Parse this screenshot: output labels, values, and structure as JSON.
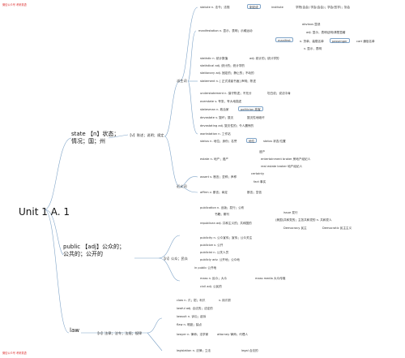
{
  "watermark": "微信公众号 考研英语",
  "root": "Unit 1 A. 1",
  "state": {
    "title": "state 【n】状态；\n情况；国；州",
    "pos": "【v】陈述；说明；规定",
    "derivation": "派生词",
    "phrase": "近义词",
    "d": [
      "statute n. 法令；法规",
      "制定成",
      "institute",
      "学院(会会) 学会(会会)；学会(哲学)；协会",
      "manifestation n. 显示，表明；示威运动",
      "manifest",
      "obvious 显然",
      "adj. 显示，表明证明/清楚显著",
      "n. 货单，装载名单",
      "passenger",
      "cart 通信名单",
      "v. 显示，表明",
      "statistic n. 统计数值",
      "adj. 统计的；统计学的",
      "statistical adj. 统计的；统计学的",
      "stationary adj. 固定的；静止的；不动的",
      "statement n. [ 正式或者书面] 声明；陈述",
      "understatement n. 保守陈述；不充分",
      "坦白说；说法中肯",
      "overstate v. 夸张，夸大地描述",
      "statesman n. 政治家",
      "politician 政客",
      "devastate v. 毁坏；毁灭",
      "毁灭性地破坏",
      "devastating adj. 毁灭性的；令人震惊的",
      "workstation n. 工作站",
      "status n. 地位；身份；名誉",
      "地位",
      "status 状态/位置",
      "estate n. 地产；遗产",
      "遗产",
      "entertainment broker 房地产经纪人",
      "real estate broker 地产经纪人"
    ],
    "s": [
      "assert v. 断言；坚称；声称",
      "certainty",
      "fact 事实",
      "affirm v. 断言；肯定",
      "断言；坚信"
    ]
  },
  "public": {
    "title": "public 【adj】公众的；\n公共的；公开的",
    "pos": "【n】公众；民众",
    "d": [
      "publication n. 出版；发行；公布",
      "书籍；期刊",
      "issue 发行",
      "republican adj. 共和主义的；共和国的",
      "(美国)共和党的；主张共和党的 n. 共和党人",
      "Democracy 民主",
      "Democratic 民主主义",
      "publicity n. 公众宣传；宣传；公众关注",
      "publicize v. 公开",
      "publicist n. 公关人员",
      "publicly adv. 公开地；公众地",
      "in public 公开地",
      "mass n. 民众；大众",
      "mass media 大众传媒",
      "civil adj. 公民的"
    ]
  },
  "law": {
    "title": "law",
    "pos": "【n】法律；法令；法规；规律",
    "d": [
      "claw n. 爪；钳；利爪",
      "v. 用爪抓",
      "lawful adj. 合法的；法定的",
      "lawsuit n. 诉讼；起诉",
      "flaw n. 瑕疵；缺点",
      "lawyer n. 律师；法学家",
      "attorney 律师；代理人",
      "legislation n. 法律；立法",
      "legal 合法的"
    ]
  }
}
